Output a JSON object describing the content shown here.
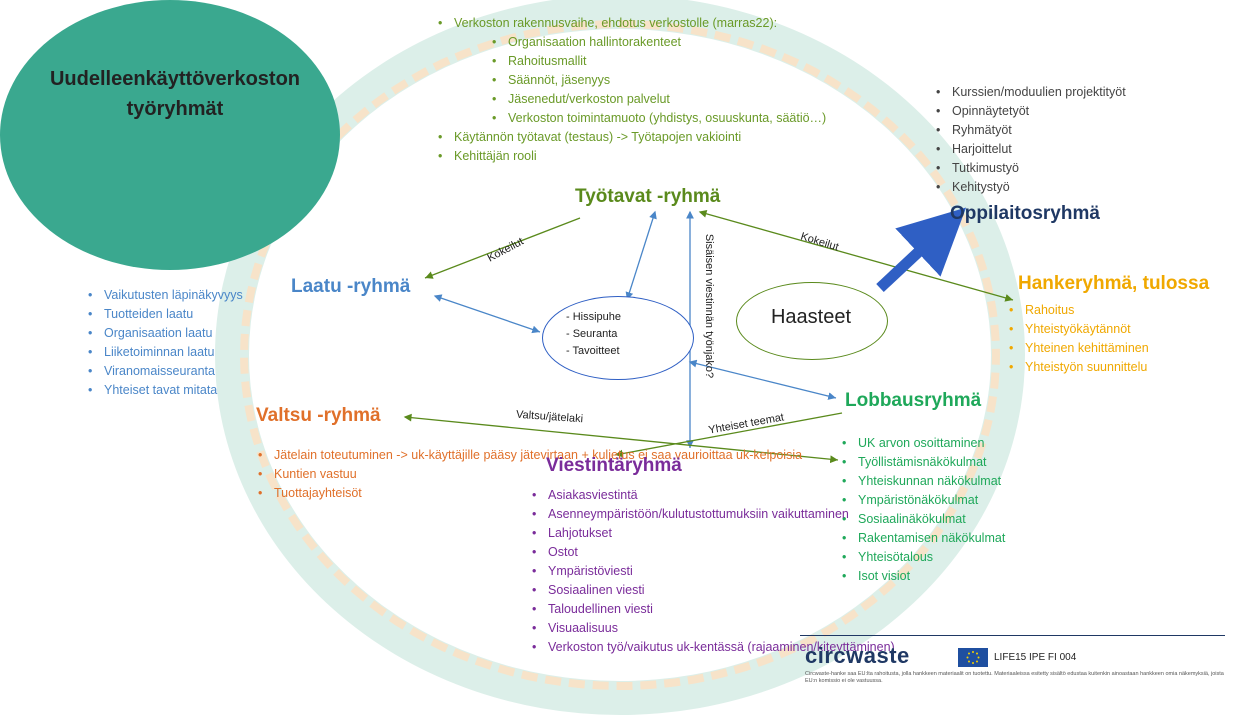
{
  "title": "Uudelleenkäyttöverkoston työryhmät",
  "top_list": {
    "items": [
      {
        "text": "Verkoston rakennusvaihe, ehdotus verkostolle (marras22):",
        "level": 0
      },
      {
        "text": "Organisaation hallintorakenteet",
        "level": 1
      },
      {
        "text": "Rahoitusmallit",
        "level": 1
      },
      {
        "text": "Säännöt, jäsenyys",
        "level": 1
      },
      {
        "text": "Jäsenedut/verkoston palvelut",
        "level": 1
      },
      {
        "text": "Verkoston toimintamuoto (yhdistys, osuuskunta, säätiö…)",
        "level": 1
      },
      {
        "text": "Käytännön työtavat (testaus) -> Työtapojen vakiointi",
        "level": 0
      },
      {
        "text": "Kehittäjän rooli",
        "level": 0
      }
    ]
  },
  "oppilaitos_list": [
    "Kurssien/moduulien projektityöt",
    "Opinnäytetyöt",
    "Ryhmätyöt",
    "Harjoittelut",
    "Tutkimustyö",
    "Kehitystyö"
  ],
  "groups": {
    "tyotavat": "Työtavat -ryhmä",
    "oppilaitos": "Oppilaitosryhmä",
    "laatu": "Laatu -ryhmä",
    "hanke": "Hankeryhmä, tulossa",
    "valtsu": "Valtsu -ryhmä",
    "lobbaus": "Lobbausryhmä",
    "viestinta": "Viestintäryhmä"
  },
  "laatu_list": [
    "Vaikutusten läpinäkyvyys",
    "Tuotteiden laatu",
    "Organisaation laatu",
    "Liiketoiminnan laatu",
    "Viranomaisseuranta",
    "Yhteiset tavat mitata"
  ],
  "hanke_list": [
    "Rahoitus",
    "Yhteistyökäytännöt",
    "Yhteinen kehittäminen",
    "Yhteistyön suunnittelu"
  ],
  "valtsu_list": [
    "Jätelain toteutuminen -> uk-käyttäjille pääsy jätevirtaan + kuljetus ei saa vaurioittaa uk-kelpoisia",
    "Kuntien vastuu",
    "Tuottajayhteisöt"
  ],
  "lobbaus_list": [
    "UK arvon osoittaminen",
    "Työllistämisnäkökulmat",
    "Yhteiskunnan näkökulmat",
    "Ympäristönäkökulmat",
    "Sosiaalinäkökulmat",
    "Rakentamisen näkökulmat",
    "Yhteisötalous",
    "Isot visiot"
  ],
  "viestinta_list": [
    "Asiakasviestintä",
    "Asenneympäristöön/kulutustottumuksiin vaikuttaminen",
    "Lahjotukset",
    "Ostot",
    "Ympäristöviesti",
    "Sosiaalinen viesti",
    "Taloudellinen viesti",
    "Visuaalisuus",
    "Verkoston työ/vaikutus uk-kentässä (rajaaminen/kiteyttäminen)"
  ],
  "center": {
    "items": [
      "Hissipuhe",
      "Seuranta",
      "Tavoitteet"
    ],
    "haasteet": "Haasteet"
  },
  "arrow_labels": {
    "kokeilut_left": "Kokeilut",
    "kokeilut_right": "Kokeilut",
    "sisainen": "Sisäisen viestinnän työnjako?",
    "valtsu_jatelaki": "Valtsu/jätelaki",
    "yhteiset_teemat": "Yhteiset teemat"
  },
  "footer": {
    "logo": "circwaste",
    "eu_code": "LIFE15 IPE FI 004",
    "disclaimer": "Circwaste-hanke saa EU:lta rahoitusta, jolla hankkeen materiaalit on tuotettu. Materiaaleissa esitetty sisältö edustaa kuitenkin ainoastaan hankkeen omia näkemyksiä, joista EU:n komissio ei ole vastuussa."
  },
  "colors": {
    "title_circle": "#3aa88f",
    "tyotavat": "#5a8a1c",
    "oppilaitos": "#1f3864",
    "laatu": "#4a86c8",
    "hanke": "#f0a800",
    "valtsu": "#e0702a",
    "lobbaus": "#1fa85a",
    "viestinta": "#7a2c9a",
    "arrow_blue": "#4a86c8",
    "arrow_green": "#5a8a1c"
  }
}
